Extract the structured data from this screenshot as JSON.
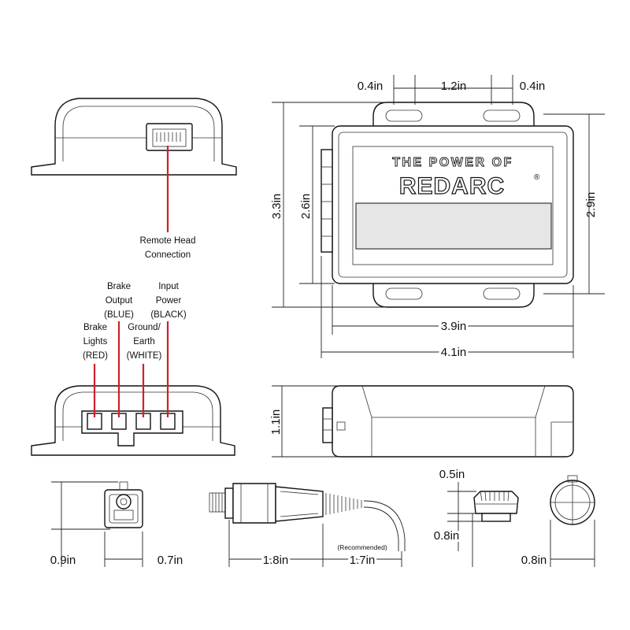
{
  "colors": {
    "leader": "#d0202a",
    "outline": "#111111"
  },
  "brand": {
    "tagline": "THE POWER OF",
    "logo": "REDARC",
    "registered": "®"
  },
  "callouts": {
    "remote_head_line1": "Remote Head",
    "remote_head_line2": "Connection",
    "brake_lights": [
      "Brake",
      "Lights",
      "(RED)"
    ],
    "brake_output": [
      "Brake",
      "Output",
      "(BLUE)"
    ],
    "ground_earth": [
      "Ground/",
      "Earth",
      "(WHITE)"
    ],
    "input_power": [
      "Input",
      "Power",
      "(BLACK)"
    ],
    "recommended": "(Recommended)"
  },
  "dimensions": {
    "top_left_gap": "0.4in",
    "top_center_gap": "1.2in",
    "top_right_gap": "0.4in",
    "overall_height": "3.3in",
    "inner_height": "2.6in",
    "right_height": "2.9in",
    "inner_width": "3.9in",
    "overall_width": "4.1in",
    "side_height": "1.1in",
    "head_height": "0.9in",
    "head_width": "0.7in",
    "plug_length": "1.8in",
    "cable_length": "1.7in",
    "knob_top": "0.5in",
    "knob_height": "0.8in",
    "knob_diameter": "0.8in"
  }
}
